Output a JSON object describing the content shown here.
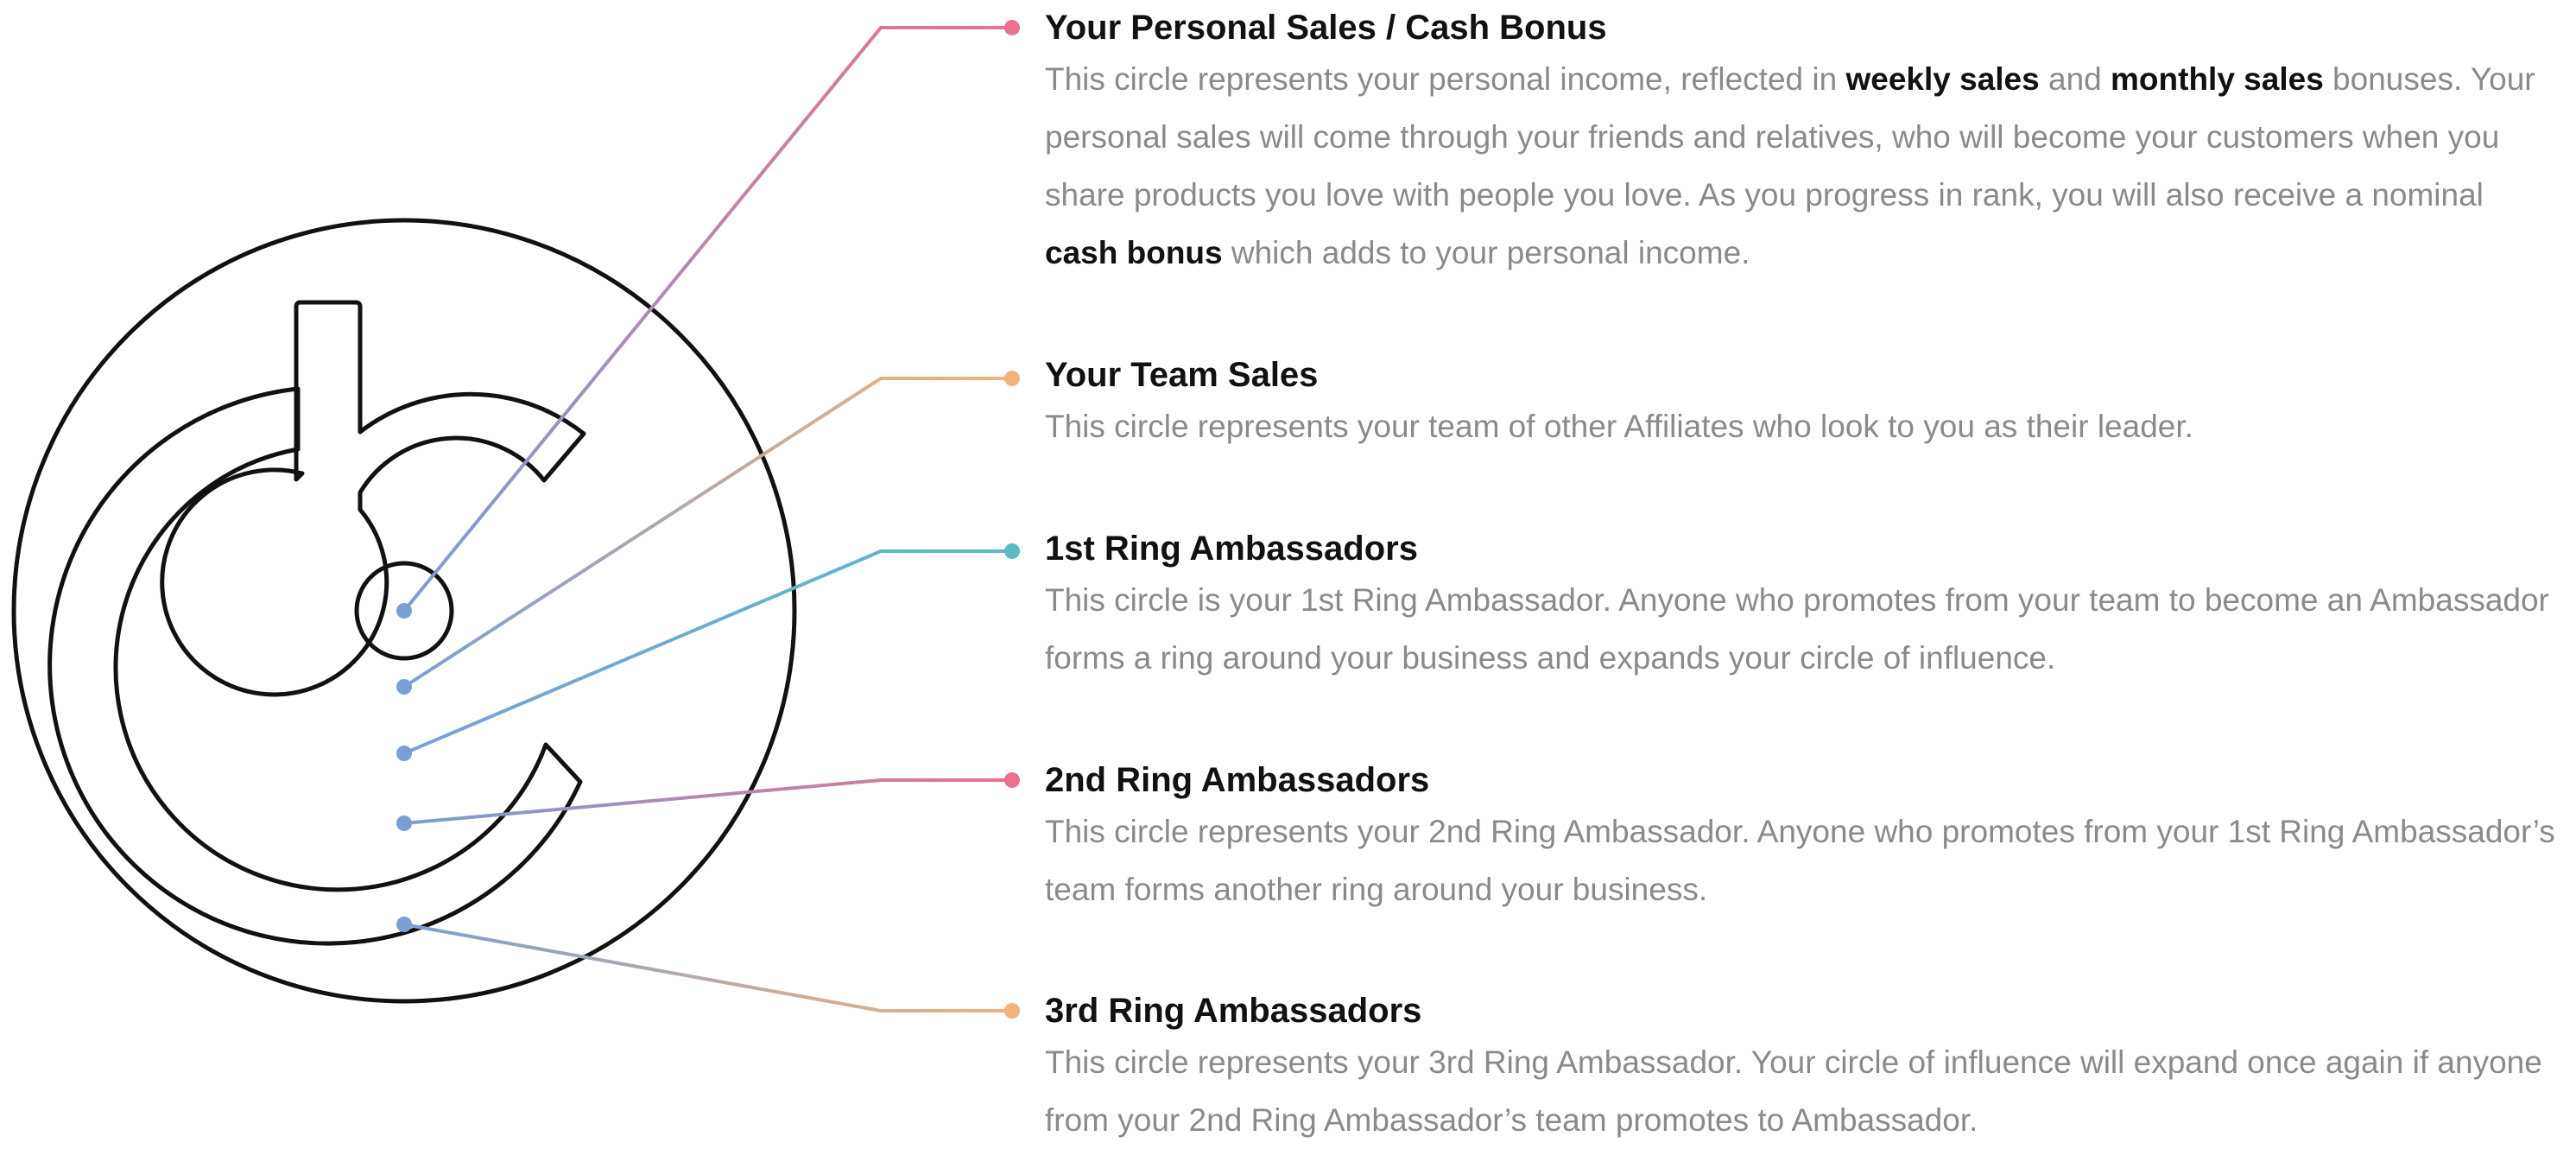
{
  "colors": {
    "pink": "#e8728f",
    "orange": "#f2b37b",
    "teal": "#5cbac4",
    "blue": "#7b9fd4",
    "title": "#111111",
    "body": "#8a8a8a"
  },
  "logo": {
    "icon": "bc-circle-logo-icon"
  },
  "sections": [
    {
      "title": "Your Personal Sales / Cash Bonus",
      "parts": [
        {
          "t": "This circle represents your personal income, reflected in "
        },
        {
          "t": "weekly sales",
          "b": true
        },
        {
          "t": " and "
        },
        {
          "t": "monthly sales",
          "b": true
        },
        {
          "t": " bonuses. Your personal sales will come through your friends and relatives, who will become your customers when you share products you love with people you love. As you progress in rank, you will also receive a nominal "
        },
        {
          "t": "cash bonus",
          "b": true
        },
        {
          "t": " which adds to your personal income."
        }
      ]
    },
    {
      "title": "Your Team Sales",
      "parts": [
        {
          "t": "This circle represents your team of other Affiliates who look to you as their leader."
        }
      ]
    },
    {
      "title": "1st Ring Ambassadors",
      "parts": [
        {
          "t": "This circle is your 1st Ring Ambassador. Anyone who promotes from your team to become an Ambassador forms a ring around your business and expands your circle of influence."
        }
      ]
    },
    {
      "title": "2nd Ring Ambassadors",
      "parts": [
        {
          "t": "This circle represents your 2nd Ring Ambassador. Anyone who promotes from your 1st Ring Ambassador’s team forms another ring around your business."
        }
      ]
    },
    {
      "title": "3rd Ring Ambassadors",
      "parts": [
        {
          "t": "This circle represents your 3rd Ring Ambassador. Your circle of influence will expand once again if anyone from your 2nd Ring Ambassador’s team promotes to Ambassador."
        }
      ]
    }
  ]
}
